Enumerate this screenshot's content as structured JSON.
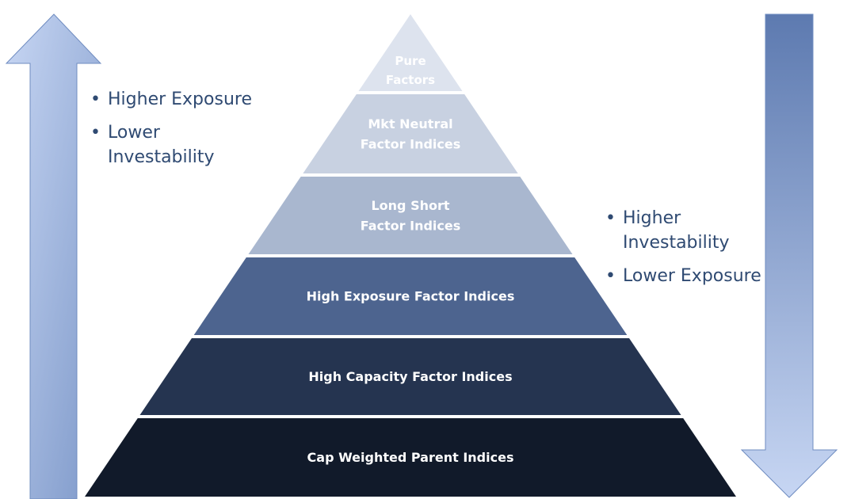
{
  "pyramid": {
    "tiers": [
      {
        "lines": [
          "Pure",
          "Factors"
        ],
        "color": "#dde3ee",
        "text_color": "#ffffff"
      },
      {
        "lines": [
          "Mkt Neutral",
          "Factor Indices"
        ],
        "color": "#c8d1e1",
        "text_color": "#ffffff"
      },
      {
        "lines": [
          "Long Short",
          "Factor Indices"
        ],
        "color": "#a9b7cf",
        "text_color": "#ffffff"
      },
      {
        "lines": [
          "High Exposure Factor Indices"
        ],
        "color": "#4d648f",
        "text_color": "#ffffff"
      },
      {
        "lines": [
          "High Capacity Factor Indices"
        ],
        "color": "#253450",
        "text_color": "#ffffff"
      },
      {
        "lines": [
          "Cap Weighted Parent Indices"
        ],
        "color": "#111a2a",
        "text_color": "#ffffff"
      }
    ]
  },
  "left_arrow": {
    "direction": "up",
    "color_light": "#c7d6f3",
    "color_dark": "#5d7ab0"
  },
  "right_arrow": {
    "direction": "down",
    "color_light": "#c7d6f3",
    "color_dark": "#5d7ab0"
  },
  "left_notes": {
    "items": [
      "Higher Exposure",
      "Lower Investability"
    ]
  },
  "right_notes": {
    "items": [
      "Higher Investability",
      "Lower Exposure"
    ]
  },
  "text_color": "#2f4a72"
}
